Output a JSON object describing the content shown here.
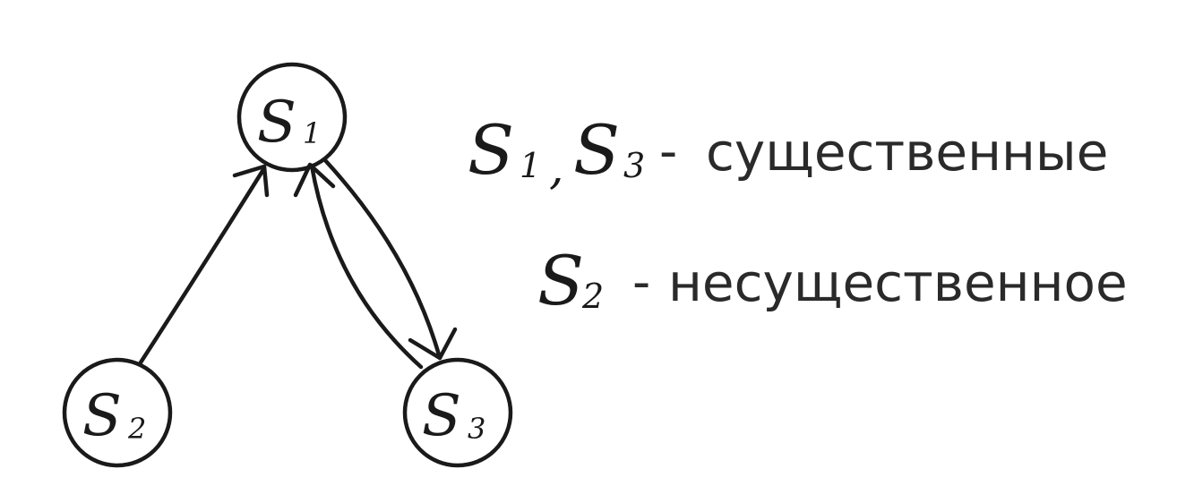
{
  "nodes": {
    "s1": {
      "letter": "S",
      "index": "1"
    },
    "s2": {
      "letter": "S",
      "index": "2"
    },
    "s3": {
      "letter": "S",
      "index": "3"
    }
  },
  "legend": {
    "essential": {
      "s_a": "S",
      "i_a": "1",
      "comma": ",",
      "s_b": "S",
      "i_b": "3",
      "dash": "-",
      "text": "существенные"
    },
    "inessential": {
      "s": "S",
      "i": "2",
      "dash": "-",
      "text": "несущественное"
    }
  },
  "colors": {
    "ink": "#1a1a1a",
    "background": "#ffffff"
  }
}
